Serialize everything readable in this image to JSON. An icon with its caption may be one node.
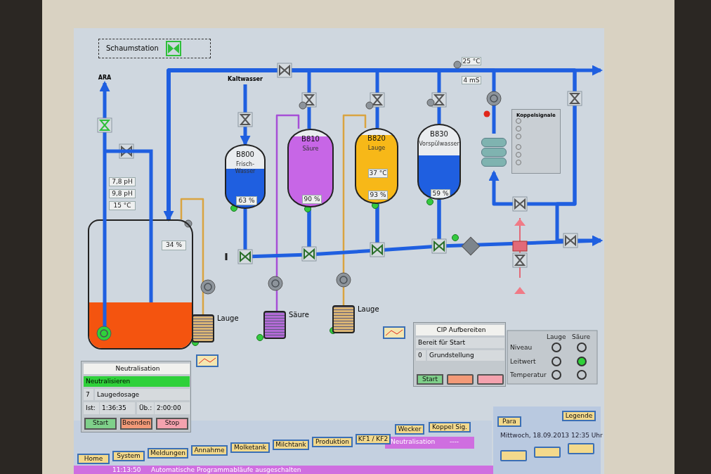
{
  "diagram": {
    "nodes": [
      {
        "text": [
          "Schaumstation"
        ]
      },
      {
        "text": [
          "ARA"
        ]
      },
      {
        "text": [
          "Kaltwasser"
        ]
      },
      {
        "text": [
          "7,8 pH"
        ]
      },
      {
        "text": [
          "9,8 pH"
        ]
      },
      {
        "text": [
          "15 °C"
        ]
      },
      {
        "text": [],
        "shape": "box"
      },
      {
        "text": [
          "34 %"
        ],
        "in": 6
      },
      {
        "text": [
          "B800",
          "Frisch-Wasser"
        ]
      },
      {
        "text": [
          "63 %"
        ],
        "in": 8
      },
      {
        "text": [
          "B810",
          "Säure"
        ]
      },
      {
        "text": [
          "90 %"
        ],
        "in": 10
      },
      {
        "text": [
          "B820",
          "Lauge"
        ]
      },
      {
        "text": [
          "37 °C"
        ],
        "in": 12
      },
      {
        "text": [
          "93 %"
        ],
        "in": 12
      },
      {
        "text": [
          "B830",
          "Vorspülwasser"
        ]
      },
      {
        "text": [
          "59 %"
        ],
        "in": 15
      },
      {
        "text": [
          "25 °C"
        ]
      },
      {
        "text": [
          "4 mS"
        ]
      },
      {
        "text": [
          "Lauge"
        ]
      },
      {
        "text": [
          "Säure"
        ]
      },
      {
        "text": [
          "Lauge"
        ]
      },
      {
        "text": [
          "Koppelsignale"
        ]
      },
      {
        "text": [
          "Neutralisation",
          "Neutralisieren",
          "7",
          "Laugedosage",
          "Ist:",
          "1:36:35",
          "Üb.:",
          "2:00:00"
        ]
      },
      {
        "text": [
          "Start"
        ],
        "in": 23
      },
      {
        "text": [
          "Beenden"
        ],
        "in": 23
      },
      {
        "text": [
          "Stop"
        ],
        "in": 23
      },
      {
        "text": [
          "CIP Aufbereiten",
          "Bereit für Start",
          "0",
          "Grundstellung"
        ]
      },
      {
        "text": [
          "Start"
        ],
        "in": 27
      },
      {
        "text": [],
        "shape": "box",
        "in": 27
      },
      {
        "text": [],
        "shape": "box",
        "in": 27
      },
      {
        "text": [
          "Home"
        ]
      },
      {
        "text": [
          "System"
        ]
      },
      {
        "text": [
          "Meldungen"
        ]
      },
      {
        "text": [
          "Annahme"
        ]
      },
      {
        "text": [
          "Molketank"
        ]
      },
      {
        "text": [
          "Milchtank"
        ]
      },
      {
        "text": [
          "Produktion"
        ]
      },
      {
        "text": [
          "KF1 / KF2"
        ]
      },
      {
        "text": [
          "Wecker"
        ]
      },
      {
        "text": [
          "Koppel Sig."
        ]
      },
      {
        "text": [
          "Para"
        ]
      },
      {
        "text": [
          "Legende"
        ]
      },
      {
        "text": [],
        "shape": "box"
      },
      {
        "text": [],
        "shape": "box"
      },
      {
        "text": [],
        "shape": "box"
      },
      {
        "text": [],
        "shape": "picture"
      }
    ],
    "edges": [
      {
        "from": 6,
        "to": 1,
        "arrow": "to"
      },
      {
        "from": 2,
        "to": 8,
        "arrow": "to"
      },
      {
        "from": 6,
        "to": 10,
        "arrow": "none"
      },
      {
        "from": 6,
        "to": 12,
        "arrow": "none"
      },
      {
        "from": 6,
        "to": 15,
        "arrow": "none"
      },
      {
        "from": 19,
        "to": 6,
        "arrow": "none",
        "color": "#d9a441"
      },
      {
        "from": 20,
        "to": 10,
        "arrow": "none",
        "color": "#a64fd6"
      },
      {
        "from": 21,
        "to": 12,
        "arrow": "none",
        "color": "#d9a441"
      },
      {
        "from": 8,
        "to": 10,
        "arrow": "none"
      },
      {
        "from": 10,
        "to": 12,
        "arrow": "none"
      },
      {
        "from": 12,
        "to": 15,
        "arrow": "none"
      },
      {
        "from": 15,
        "to": null,
        "arrow": "to"
      },
      {
        "from": 6,
        "to": null,
        "arrow": "to"
      },
      {
        "from": 46,
        "to": 6,
        "arrow": "to"
      },
      {
        "from": 6,
        "to": 46,
        "arrow": "to"
      },
      {
        "from": 6,
        "to": null,
        "arrow": "to"
      }
    ],
    "labels": [
      "Lauge",
      "Säure",
      "Niveau",
      "Leitwert",
      "Temperatur",
      "Mittwoch, 18.09.2013 12:35 Uhr",
      "Neutralisation",
      "----",
      "11:13:50",
      "Automatische Programmabläufe ausgeschalten"
    ]
  }
}
